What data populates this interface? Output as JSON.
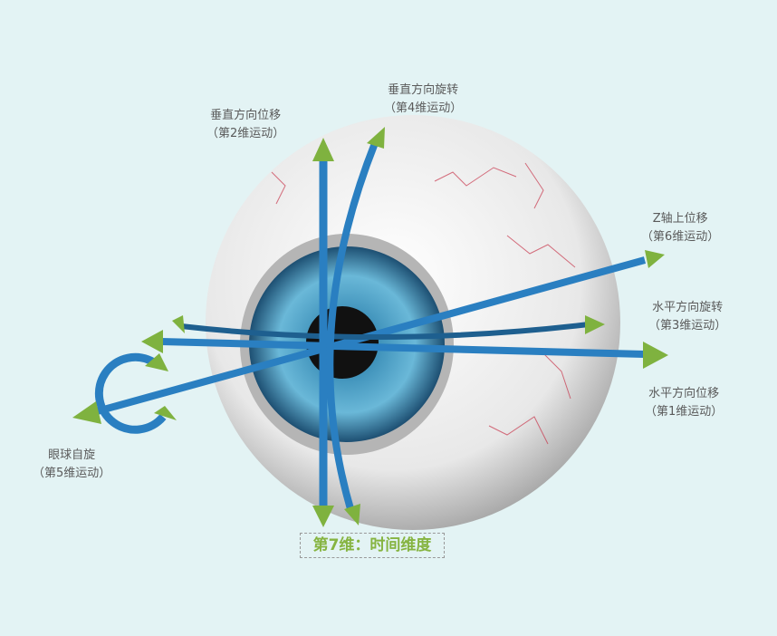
{
  "labels": {
    "dim1": {
      "title": "水平方向位移",
      "sub": "（第1维运动）"
    },
    "dim2": {
      "title": "垂直方向位移",
      "sub": "（第2维运动）"
    },
    "dim3": {
      "title": "水平方向旋转",
      "sub": "（第3维运动）"
    },
    "dim4": {
      "title": "垂直方向旋转",
      "sub": "（第4维运动）"
    },
    "dim5": {
      "title": "眼球自旋",
      "sub": "（第5维运动）"
    },
    "dim6": {
      "title": "Z轴上位移",
      "sub": "（第6维运动）"
    }
  },
  "time_label": "第7维：时间维度",
  "colors": {
    "arrow_shaft": "#2a7fc1",
    "arrow_head": "#7fb23f",
    "background": "#e3f3f4",
    "time_label": "#86b441"
  }
}
